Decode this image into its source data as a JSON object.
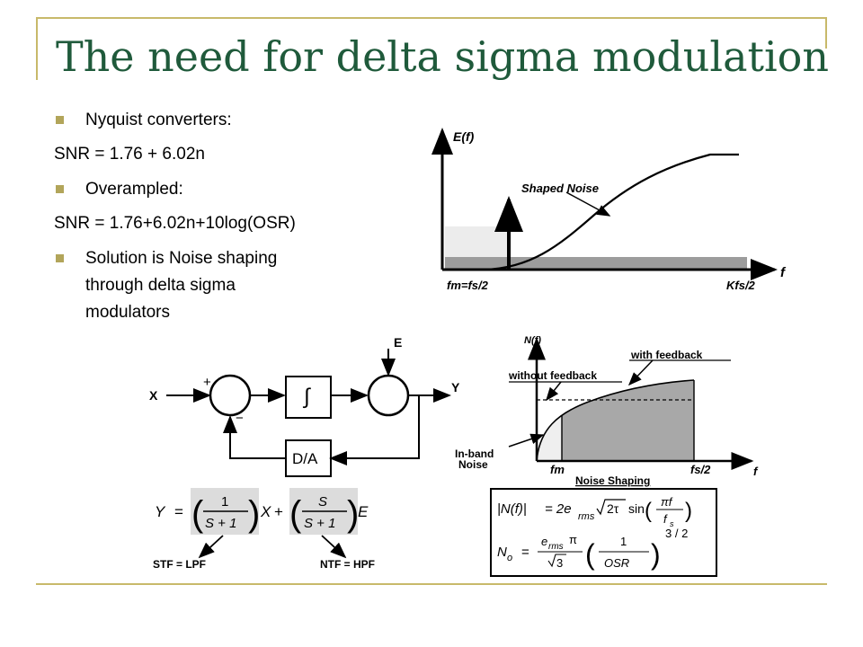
{
  "slide": {
    "title": "The need for delta sigma modulation",
    "accent_color": "#c8b96a",
    "title_color": "#1f5a3b",
    "bullet_color": "#b2a55a"
  },
  "text_items": [
    {
      "bullet": true,
      "text": "Nyquist converters:"
    },
    {
      "bullet": false,
      "text": "SNR = 1.76 + 6.02n"
    },
    {
      "bullet": true,
      "text": "Overampled:"
    },
    {
      "bullet": false,
      "text": "SNR = 1.76+6.02n+10log(OSR)"
    },
    {
      "bullet": true,
      "lines": [
        "Solution is Noise shaping",
        "through delta sigma",
        "modulators"
      ]
    }
  ],
  "spectrum_plot": {
    "y_label": "E(f)",
    "x_label": "f",
    "curve_label": "Shaped Noise",
    "x_tick_left": "fm=fs/2",
    "x_tick_right": "Kfs/2"
  },
  "block_diagram": {
    "input": "X",
    "output": "Y",
    "error": "E",
    "plus_sign": "+",
    "minus_sign": "−",
    "integrator": "∫",
    "dac": "D/A",
    "equation": {
      "lhs": "Y",
      "stf_num": "1",
      "stf_den": "S + 1",
      "ntf_num": "S",
      "ntf_den": "S + 1",
      "x_var": "X",
      "e_var": "E"
    },
    "stf_label": "STF = LPF",
    "ntf_label": "NTF = HPF"
  },
  "noise_plot": {
    "y_label": "N(f)",
    "x_label": "f",
    "with_feedback": "with feedback",
    "without_feedback": "without feedback",
    "inband_noise": "In-band Noise",
    "x_tick_fm": "fm",
    "x_tick_fs": "fs/2",
    "x_caption": "Noise Shaping"
  },
  "formulas": {
    "nf_lhs": "|N(f)|",
    "nf_eq": "= 2e",
    "rms": "rms",
    "sqrt_term": "2τ",
    "sin": "sin",
    "pi_f": "πf",
    "fs": "f",
    "s_sub": "s",
    "no_lhs": "N",
    "o_sub": "o",
    "e_rms": "e",
    "pi": "π",
    "three": "3",
    "one": "1",
    "osr": "OSR",
    "exponent": "3 / 2"
  }
}
